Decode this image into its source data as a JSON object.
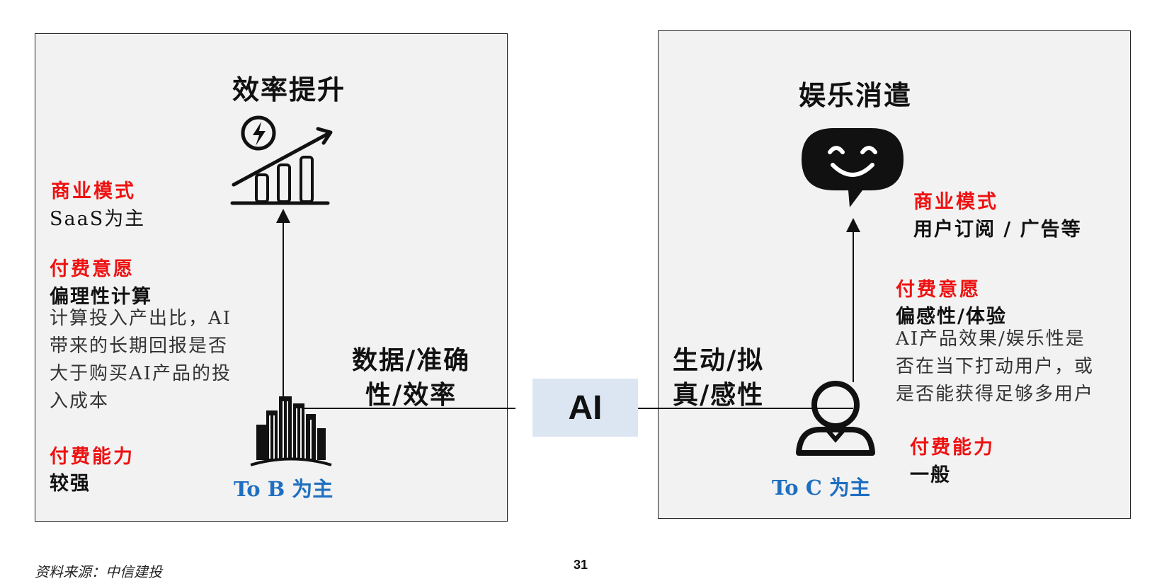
{
  "left_panel": {
    "title": "效率提升",
    "business_model_label": "商业模式",
    "business_model_value": "SaaS为主",
    "willingness_label": "付费意愿",
    "willingness_value": "偏理性计算",
    "willingness_desc_lines": [
      "计算投入产出比，AI",
      "带来的长期回报是否",
      "大于购买AI产品的投",
      "入成本"
    ],
    "ability_label": "付费能力",
    "ability_value": "较强",
    "audience_label": "To B 为主",
    "connector_label_lines": [
      "数据/准确",
      "性/效率"
    ],
    "icons": [
      "efficiency-chart-icon",
      "buildings-icon"
    ]
  },
  "center": {
    "label": "AI"
  },
  "right_panel": {
    "title": "娱乐消遣",
    "business_model_label": "商业模式",
    "business_model_value": "用户订阅 / 广告等",
    "willingness_label": "付费意愿",
    "willingness_value": "偏感性/体验",
    "willingness_desc_lines": [
      "AI产品效果/娱乐性是",
      "否在当下打动用户，或",
      "是否能获得足够多用户"
    ],
    "ability_label": "付费能力",
    "ability_value": "一般",
    "audience_label": "To C 为主",
    "connector_label_lines": [
      "生动/拟",
      "真/感性"
    ],
    "icons": [
      "smiley-chat-icon",
      "user-icon"
    ]
  },
  "footer": {
    "source": "资料来源：中信建投",
    "page_number": "31"
  },
  "colors": {
    "panel_bg": "#f2f2f2",
    "label_red": "#ee1111",
    "audience_blue": "#1f6fc0",
    "ai_box": "#dce6f2"
  }
}
